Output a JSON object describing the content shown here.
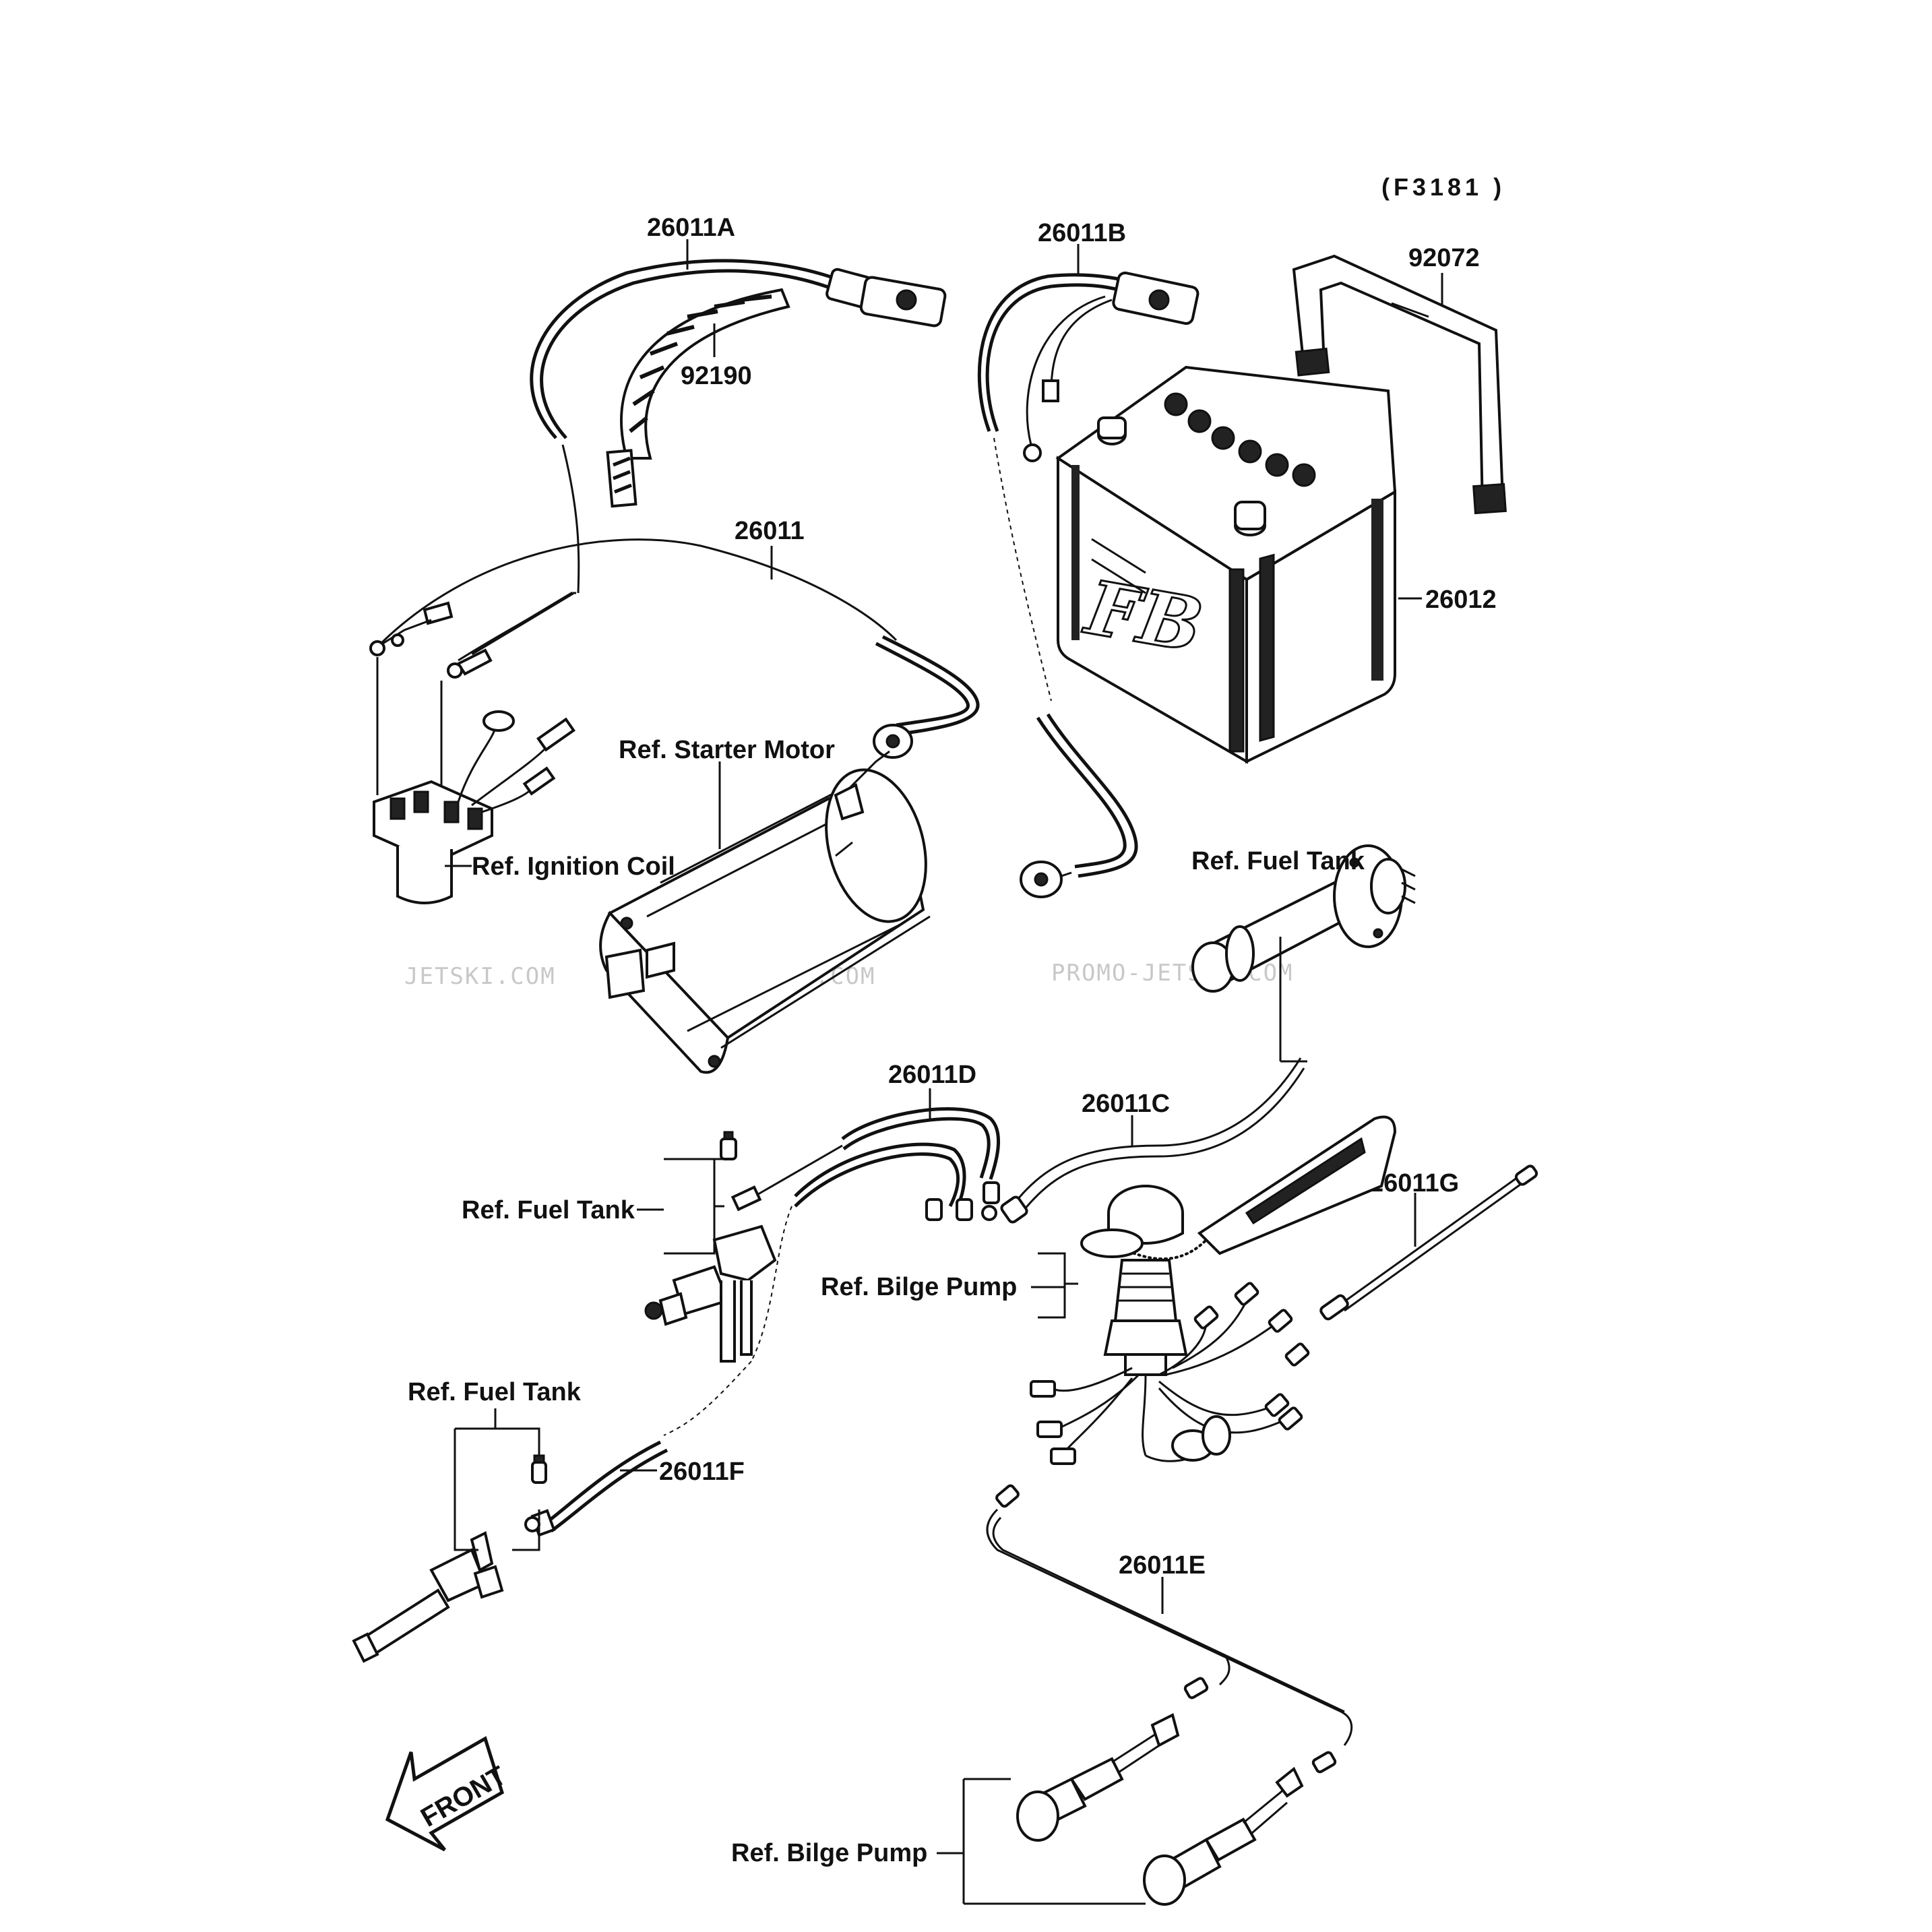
{
  "diagram_code": "(F3181 )",
  "watermark": "PROMO-JETSKI.COM",
  "watermark_partial": "JETSKI.COM",
  "battery_logo": "FB",
  "front_arrow": "FRONT",
  "parts": {
    "p26011A": "26011A",
    "p92190": "92190",
    "p26011B": "26011B",
    "p92072": "92072",
    "p26011": "26011",
    "p26012": "26012",
    "p26011D": "26011D",
    "p26011C": "26011C",
    "p26011G": "26011G",
    "p26011F": "26011F",
    "p26011E": "26011E"
  },
  "refs": {
    "starter_motor": "Ref. Starter Motor",
    "ignition_coil": "Ref. Ignition Coil",
    "fuel_tank_1": "Ref. Fuel Tank",
    "fuel_tank_2": "Ref. Fuel Tank",
    "fuel_tank_3": "Ref. Fuel Tank",
    "bilge_pump_1": "Ref. Bilge Pump",
    "bilge_pump_2": "Ref. Bilge Pump"
  }
}
